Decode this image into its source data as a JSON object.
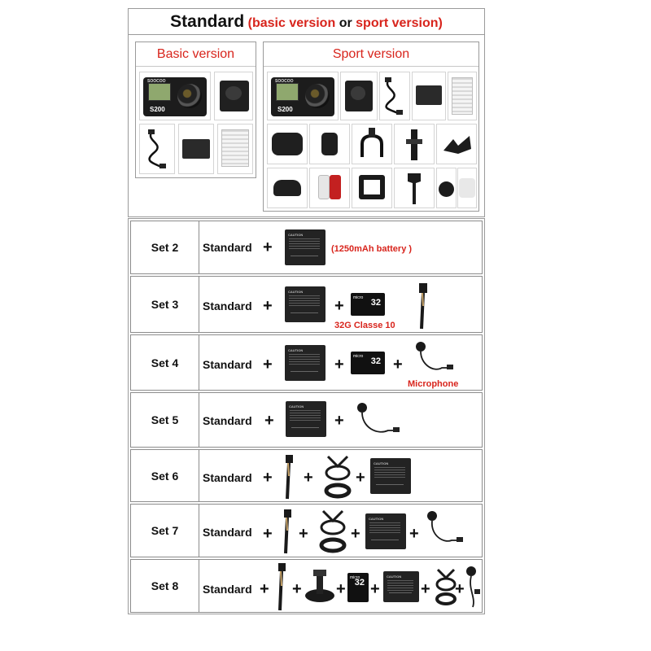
{
  "top_title": {
    "standard": "Standard",
    "paren_open": "(",
    "basic": "basic version",
    "or": "or",
    "sport": "sport version",
    "paren_close": ")"
  },
  "basic_version": {
    "title": "Basic version",
    "camera_brand": "SOOCOO",
    "camera_model": "S200"
  },
  "sport_version": {
    "title": "Sport version",
    "camera_brand": "SOOCOO",
    "camera_model": "S200"
  },
  "plus_sign": "+",
  "standard_label": "Standard",
  "sd_card_capacity": "32",
  "sets": [
    {
      "label": "Set 2",
      "note": "(1250mAh battery )"
    },
    {
      "label": "Set 3",
      "note": "32G Classe 10"
    },
    {
      "label": "Set 4",
      "note": "Microphone"
    },
    {
      "label": "Set 5"
    },
    {
      "label": "Set 6"
    },
    {
      "label": "Set 7"
    },
    {
      "label": "Set 8"
    }
  ],
  "colors": {
    "accent_red": "#d8241c",
    "border": "#8c8c8c"
  },
  "icons": [
    "camera-icon",
    "waterproof-housing-icon",
    "usb-cable-icon",
    "dual-charger-icon",
    "manual-icon",
    "carry-case-icon",
    "remote-control-icon",
    "handlebar-mount-icon",
    "extension-arm-icon",
    "helmet-mount-icon",
    "tripod-adapter-icon",
    "adhesive-pad-icon",
    "frame-mount-icon",
    "wrench-icon",
    "lens-cap-icon",
    "cleaning-cloth-icon",
    "battery-icon",
    "sd-card-icon",
    "selfie-stick-icon",
    "microphone-icon",
    "chest-strap-icon",
    "suction-cup-icon"
  ]
}
